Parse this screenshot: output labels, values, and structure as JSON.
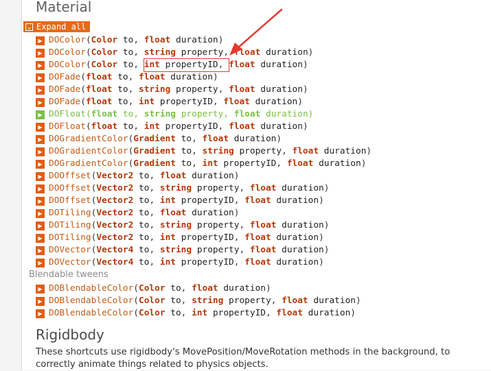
{
  "sections": {
    "material": "Material",
    "rigidbody": "Rigidbody",
    "blendable": "Blendable tweens"
  },
  "expand": {
    "label": "Expand all",
    "icon": "expand-icon"
  },
  "rigidbody_desc": "These shortcuts use rigidbody's MovePosition/MoveRotation methods in the background, to correctly animate things related to physics objects.",
  "colors": {
    "accent": "#e55c12",
    "highlight": "#7ac143",
    "annotation": "#e33a2e"
  },
  "methods": [
    {
      "name": "DOColor",
      "params": [
        {
          "t": "Color",
          "n": "to"
        },
        {
          "t": "float",
          "n": "duration"
        }
      ]
    },
    {
      "name": "DOColor",
      "params": [
        {
          "t": "Color",
          "n": "to"
        },
        {
          "t": "string",
          "n": "property"
        },
        {
          "t": "float",
          "n": "duration"
        }
      ]
    },
    {
      "name": "DOColor",
      "params": [
        {
          "t": "Color",
          "n": "to"
        },
        {
          "t": "int",
          "n": "propertyID",
          "boxed": true
        },
        {
          "t": "float",
          "n": "duration"
        }
      ]
    },
    {
      "name": "DOFade",
      "params": [
        {
          "t": "float",
          "n": "to"
        },
        {
          "t": "float",
          "n": "duration"
        }
      ]
    },
    {
      "name": "DOFade",
      "params": [
        {
          "t": "float",
          "n": "to"
        },
        {
          "t": "string",
          "n": "property"
        },
        {
          "t": "float",
          "n": "duration"
        }
      ]
    },
    {
      "name": "DOFade",
      "params": [
        {
          "t": "float",
          "n": "to"
        },
        {
          "t": "int",
          "n": "propertyID"
        },
        {
          "t": "float",
          "n": "duration"
        }
      ]
    },
    {
      "name": "DOFloat",
      "highlight": true,
      "params": [
        {
          "t": "float",
          "n": "to"
        },
        {
          "t": "string",
          "n": "property"
        },
        {
          "t": "float",
          "n": "duration"
        }
      ]
    },
    {
      "name": "DOFloat",
      "params": [
        {
          "t": "float",
          "n": "to"
        },
        {
          "t": "int",
          "n": "propertyID"
        },
        {
          "t": "float",
          "n": "duration"
        }
      ]
    },
    {
      "name": "DOGradientColor",
      "params": [
        {
          "t": "Gradient",
          "n": "to"
        },
        {
          "t": "float",
          "n": "duration"
        }
      ]
    },
    {
      "name": "DOGradientColor",
      "params": [
        {
          "t": "Gradient",
          "n": "to"
        },
        {
          "t": "string",
          "n": "property"
        },
        {
          "t": "float",
          "n": "duration"
        }
      ]
    },
    {
      "name": "DOGradientColor",
      "params": [
        {
          "t": "Gradient",
          "n": "to"
        },
        {
          "t": "int",
          "n": "propertyID"
        },
        {
          "t": "float",
          "n": "duration"
        }
      ]
    },
    {
      "name": "DOOffset",
      "params": [
        {
          "t": "Vector2",
          "n": "to"
        },
        {
          "t": "float",
          "n": "duration"
        }
      ]
    },
    {
      "name": "DOOffset",
      "params": [
        {
          "t": "Vector2",
          "n": "to"
        },
        {
          "t": "string",
          "n": "property"
        },
        {
          "t": "float",
          "n": "duration"
        }
      ]
    },
    {
      "name": "DOOffset",
      "params": [
        {
          "t": "Vector2",
          "n": "to"
        },
        {
          "t": "int",
          "n": "propertyID"
        },
        {
          "t": "float",
          "n": "duration"
        }
      ]
    },
    {
      "name": "DOTiling",
      "params": [
        {
          "t": "Vector2",
          "n": "to"
        },
        {
          "t": "float",
          "n": "duration"
        }
      ]
    },
    {
      "name": "DOTiling",
      "params": [
        {
          "t": "Vector2",
          "n": "to"
        },
        {
          "t": "string",
          "n": "property"
        },
        {
          "t": "float",
          "n": "duration"
        }
      ]
    },
    {
      "name": "DOTiling",
      "params": [
        {
          "t": "Vector2",
          "n": "to"
        },
        {
          "t": "int",
          "n": "propertyID"
        },
        {
          "t": "float",
          "n": "duration"
        }
      ]
    },
    {
      "name": "DOVector",
      "params": [
        {
          "t": "Vector4",
          "n": "to"
        },
        {
          "t": "string",
          "n": "property"
        },
        {
          "t": "float",
          "n": "duration"
        }
      ]
    },
    {
      "name": "DOVector",
      "params": [
        {
          "t": "Vector4",
          "n": "to"
        },
        {
          "t": "int",
          "n": "propertyID"
        },
        {
          "t": "float",
          "n": "duration"
        }
      ]
    }
  ],
  "blendable_methods": [
    {
      "name": "DOBlendableColor",
      "params": [
        {
          "t": "Color",
          "n": "to"
        },
        {
          "t": "float",
          "n": "duration"
        }
      ]
    },
    {
      "name": "DOBlendableColor",
      "params": [
        {
          "t": "Color",
          "n": "to"
        },
        {
          "t": "string",
          "n": "property"
        },
        {
          "t": "float",
          "n": "duration"
        }
      ]
    },
    {
      "name": "DOBlendableColor",
      "params": [
        {
          "t": "Color",
          "n": "to"
        },
        {
          "t": "int",
          "n": "propertyID"
        },
        {
          "t": "float",
          "n": "duration"
        }
      ]
    }
  ]
}
